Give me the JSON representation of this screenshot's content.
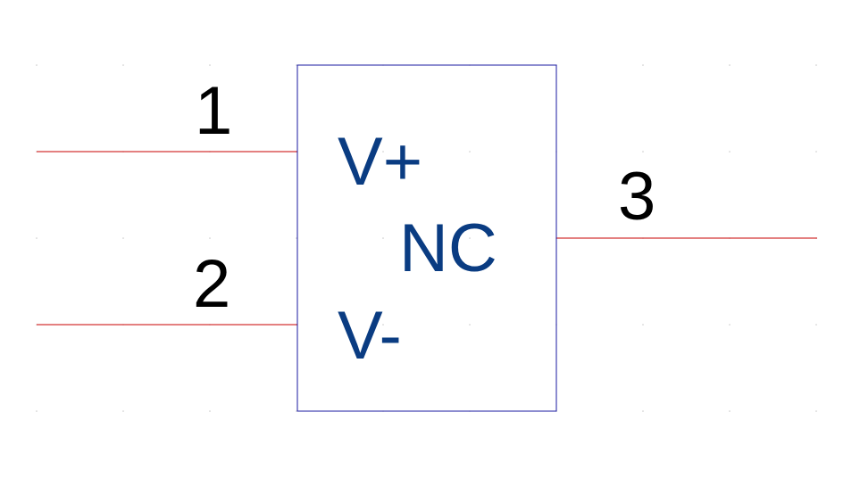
{
  "component": {
    "pins": [
      {
        "number": "1",
        "name": "V+",
        "side": "left"
      },
      {
        "number": "2",
        "name": "V-",
        "side": "left"
      },
      {
        "number": "3",
        "name": "NC",
        "side": "right"
      }
    ]
  },
  "colors": {
    "pin_line": "#c80000",
    "body_outline": "#1a1aa0",
    "pin_name_text": "#0a3c82",
    "pin_number_text": "#000000",
    "grid_dot": "#c8c8c8",
    "background": "#ffffff"
  }
}
